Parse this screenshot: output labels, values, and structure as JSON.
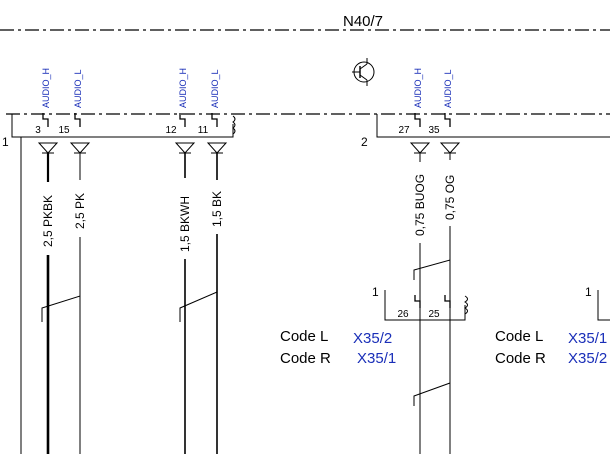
{
  "module": {
    "name": "N40/7"
  },
  "connectors": [
    {
      "id": "1",
      "text": "1"
    },
    {
      "id": "2",
      "text": "2"
    }
  ],
  "pins": [
    {
      "num": "3",
      "signal": "AUDIO_H",
      "wire": "2,5 PKBK"
    },
    {
      "num": "15",
      "signal": "AUDIO_L",
      "wire": "2,5 PK"
    },
    {
      "num": "12",
      "signal": "AUDIO_H",
      "wire": "1,5 BKWH"
    },
    {
      "num": "11",
      "signal": "AUDIO_L",
      "wire": "1,5 BK"
    },
    {
      "num": "27",
      "signal": "AUDIO_H",
      "wire": "0,75 BUOG"
    },
    {
      "num": "35",
      "signal": "AUDIO_L",
      "wire": "0,75 OG"
    }
  ],
  "plug": {
    "left": {
      "number": "1",
      "pins": [
        "26",
        "25"
      ]
    },
    "right": {
      "number": "1"
    }
  },
  "codes": [
    {
      "label": "Code L",
      "value": "X35/2"
    },
    {
      "label": "Code R",
      "value": "X35/1"
    }
  ],
  "codes_right": [
    {
      "label": "Code L",
      "value": "X35/1"
    },
    {
      "label": "Code R",
      "value": "X35/2"
    }
  ],
  "colors": {
    "signal_text": "#1a2fb8",
    "line": "#000000"
  }
}
